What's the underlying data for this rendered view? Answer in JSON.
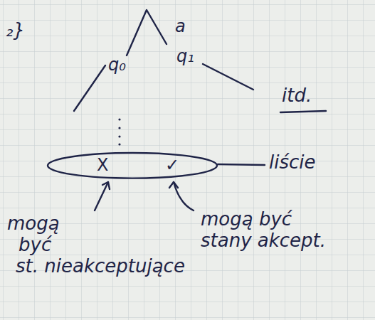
{
  "diagram": {
    "nodes": [
      {
        "text": [
          "X",
          "✓"
        ]
      }
    ],
    "labels": [
      "₂}",
      "a",
      "q₀",
      "q₁",
      "itd.",
      "liście",
      "mogą być st. nieakceptujące",
      "mogą być stany akcept."
    ]
  }
}
